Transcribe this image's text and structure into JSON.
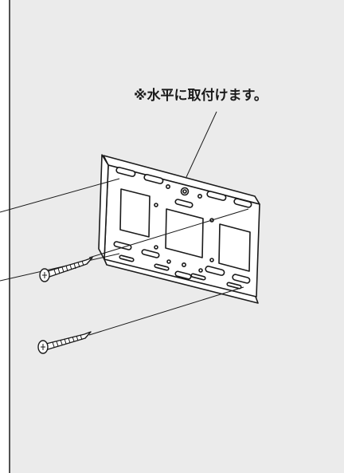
{
  "annotation": {
    "note": "※水平に取付けます。"
  },
  "colors": {
    "background": "#ffffff",
    "wall": "#ebebeb",
    "line": "#1a1a1a",
    "bracket": "#ffffff",
    "screw": "#ffffff"
  },
  "parts": {
    "wall": "wall-surface",
    "bracket": "wall-mount-bracket",
    "screws": [
      "wood-screw-upper",
      "wood-screw-lower"
    ]
  }
}
